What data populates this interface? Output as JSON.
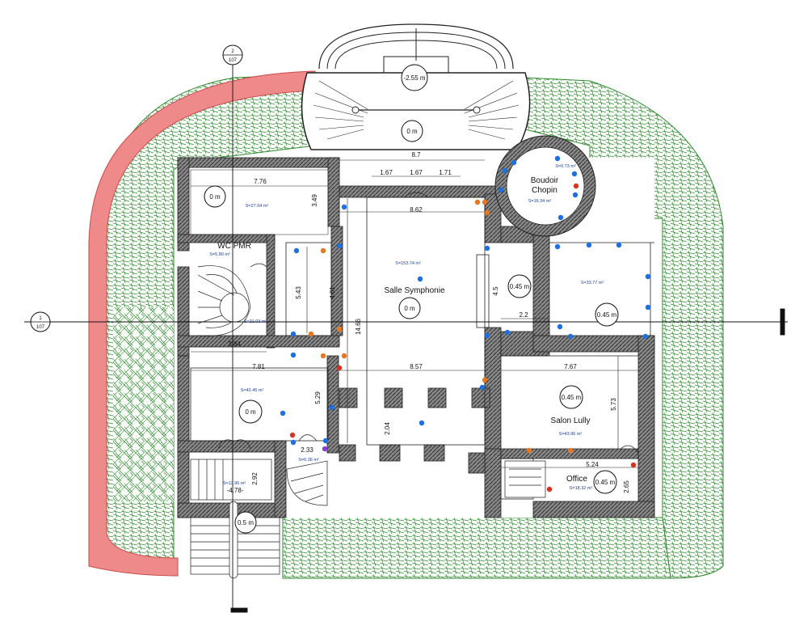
{
  "colors": {
    "wall_fill": "#6e6e6e",
    "garden_green": "#2f8a2f",
    "terrace_pink": "#ef8a8a",
    "dim_line": "#222222",
    "area_text": "#1f3f9a",
    "point_blue": "#1e6fe0",
    "point_orange": "#e8761e",
    "point_red": "#d8321e",
    "point_purple": "#8a3fd0"
  },
  "section_tags": {
    "top": {
      "num": "2",
      "sheet": "107"
    },
    "left": {
      "num": "1",
      "sheet": "107"
    }
  },
  "rooms": {
    "boudoir": {
      "name_line1": "Boudoir",
      "name_line2": "Chopin",
      "area_a": "S=0.73 m²",
      "area_b": "S=16.34 m²"
    },
    "wc": {
      "name": "WC PMR",
      "area": "S=5.80 m²"
    },
    "salle": {
      "name": "Salle Symphonie",
      "area": "S=153.74 m²"
    },
    "lully": {
      "name": "Salon Lully",
      "area": "S=43.96 m²"
    },
    "office": {
      "name": "Office",
      "area": "S=18.32 m²"
    },
    "top_left": {
      "area": "S=27.04 m²"
    },
    "hall": {
      "area": "S=21.03 m²"
    },
    "left_room": {
      "area": "S=42.45 m²"
    },
    "right_room": {
      "area": "S=33.77 m²"
    },
    "stair_small": {
      "area": "S=6.36 m²"
    },
    "entry": {
      "area": "S=13.96 m²",
      "level": "-4.78-"
    }
  },
  "levels": {
    "stair_top": "-2.55 m",
    "landing": "0 m",
    "top_left": "0 m",
    "salle": "0 m",
    "center_right": "0.45 m",
    "right_room": "0.45 m",
    "left_room": "0 m",
    "lully": "0.45 m",
    "office": "0.45 m",
    "entry_bottom": "0.5 m"
  },
  "dims": {
    "d_8_7": "8.7",
    "d_1_67a": "1.67",
    "d_1_67b": "1.67",
    "d_1_71": "1.71",
    "d_7_76": "7.76",
    "d_3_49": "3.49",
    "d_8_62": "8.62",
    "d_5_43": "5.43",
    "d_4_61": "4.61",
    "d_14_66": "14.66",
    "d_4_5": "4.5",
    "d_2_2": "2.2",
    "d_3_84": "3.84",
    "d_7_81": "7.81",
    "d_8_57": "8.57",
    "d_7_67": "7.67",
    "d_5_29": "5.29",
    "d_5_73": "5.73",
    "d_2_04": "2.04",
    "d_2_33": "2.33",
    "d_2_92": "2.92",
    "d_5_24": "5.24",
    "d_2_65": "2.65"
  }
}
